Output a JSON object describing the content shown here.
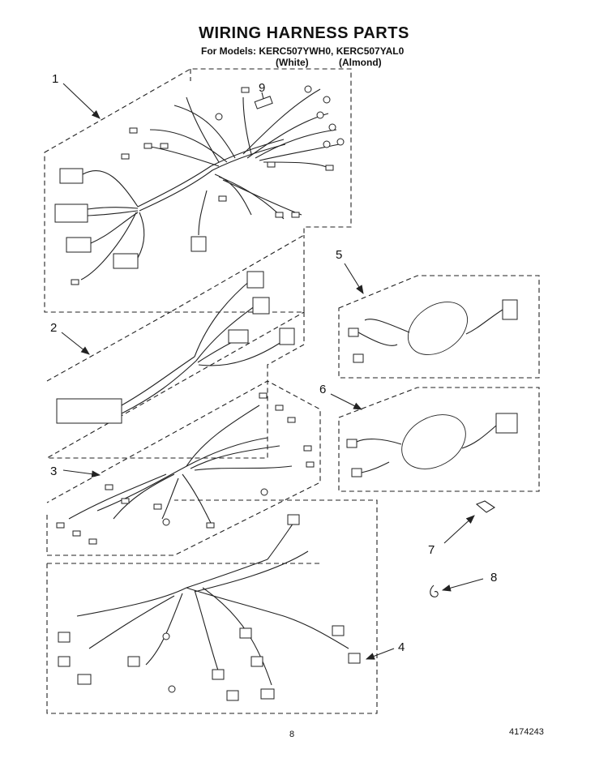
{
  "header": {
    "title": "WIRING HARNESS PARTS",
    "models_line": "For Models: KERC507YWH0, KERC507YAL0",
    "variant_white": "(White)",
    "variant_almond": "(Almond)"
  },
  "callouts": {
    "c1": "1",
    "c2": "2",
    "c3": "3",
    "c4": "4",
    "c5": "5",
    "c6": "6",
    "c7": "7",
    "c8": "8",
    "c9": "9"
  },
  "footer": {
    "page_number": "8",
    "doc_number": "4174243"
  }
}
